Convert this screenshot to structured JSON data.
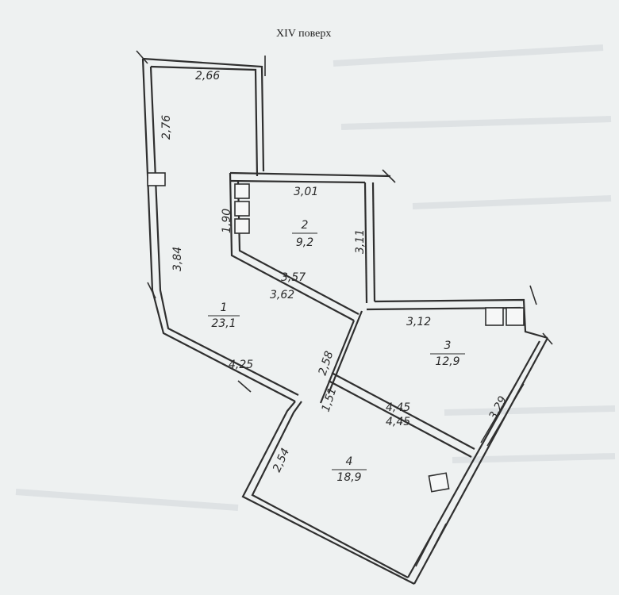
{
  "floor_title": "XIV поверх",
  "rooms": [
    {
      "number": "1",
      "area": "23,1"
    },
    {
      "number": "2",
      "area": "9,2"
    },
    {
      "number": "3",
      "area": "12,9"
    },
    {
      "number": "4",
      "area": "18,9"
    }
  ],
  "dimensions": {
    "top_width": "2,66",
    "left_upper": "2,76",
    "left_lower": "3,84",
    "diag_bottom_room1": "4,25",
    "room2_top": "3,01",
    "room2_left": "1,90",
    "room2_right": "3,11",
    "room2_diag": "3,57",
    "room1_diag": "3,62",
    "room3_top": "3,12",
    "partition_mid": "2,58",
    "room4_upper_left": "1,51",
    "room3_diag": "4,45",
    "room4_diag": "4,45",
    "room3_right": "3,29",
    "room4_left": "2,54"
  }
}
